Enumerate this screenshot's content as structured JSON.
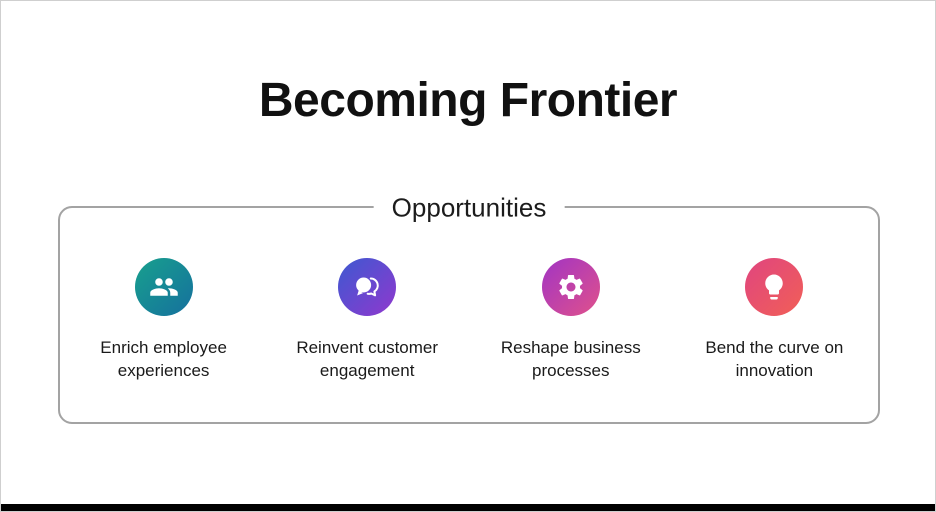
{
  "slide": {
    "title": "Becoming Frontier",
    "panel": {
      "label": "Opportunities",
      "items": [
        {
          "icon": "people-icon",
          "label": "Enrich employee experiences",
          "gradient": {
            "from": "#18A08D",
            "to": "#15709E"
          }
        },
        {
          "icon": "chat-icon",
          "label": "Reinvent customer engagement",
          "gradient": {
            "from": "#3D59D1",
            "to": "#9038CE"
          }
        },
        {
          "icon": "gear-icon",
          "label": "Reshape business processes",
          "gradient": {
            "from": "#A134C4",
            "to": "#E0518B"
          }
        },
        {
          "icon": "lightbulb-icon",
          "label": "Bend the curve on innovation",
          "gradient": {
            "from": "#E0457F",
            "to": "#F15F57"
          }
        }
      ]
    },
    "colors": {
      "title_text": "#111111",
      "panel_border": "#A3A3A3",
      "caption_text": "#1A1A1A",
      "bottom_bar": "#000000",
      "background": "#FFFFFF"
    }
  }
}
